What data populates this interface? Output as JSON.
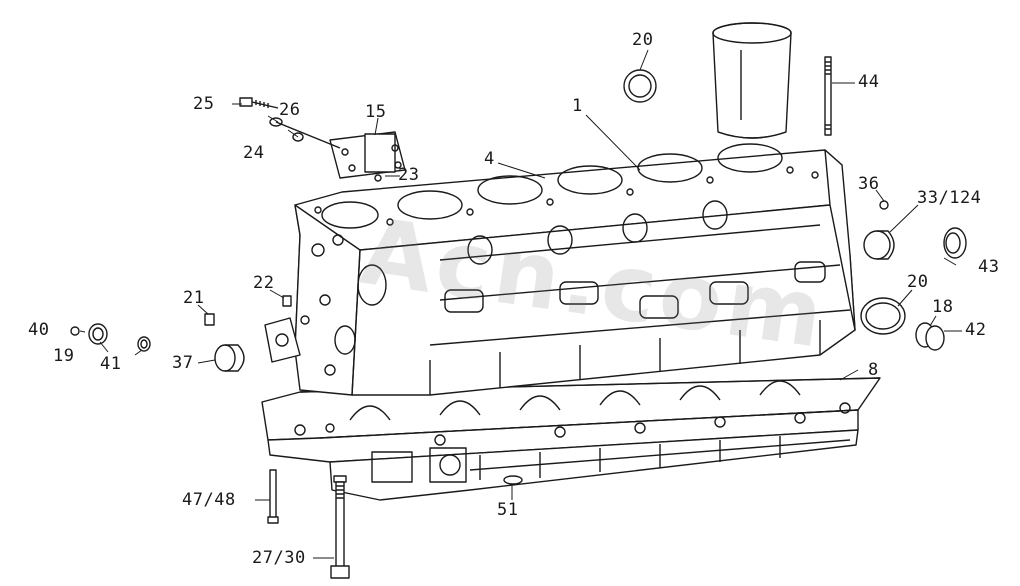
{
  "labels": {
    "l1": "1",
    "l4": "4",
    "l8": "8",
    "l15": "15",
    "l18": "18",
    "l19": "19",
    "l20a": "20",
    "l20b": "20",
    "l21": "21",
    "l22": "22",
    "l23": "23",
    "l24": "24",
    "l25": "25",
    "l26": "26",
    "l27_30": "27/30",
    "l33_124": "33/124",
    "l36": "36",
    "l37": "37",
    "l40": "40",
    "l41": "41",
    "l42": "42",
    "l43": "43",
    "l44": "44",
    "l47_48": "47/48",
    "l51": "51"
  },
  "colors": {
    "line": "#1a1a1a",
    "paper": "#ffffff"
  }
}
